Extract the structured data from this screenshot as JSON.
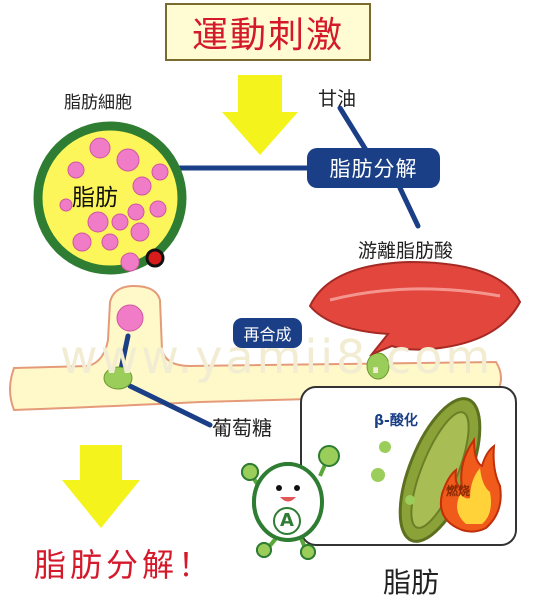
{
  "title": "運動刺激",
  "labels": {
    "fat_cell": "脂肪細胞",
    "glycerol": "甘油",
    "fat_decomposition": "脂肪分解",
    "free_fatty_acid": "游離脂肪酸",
    "resynthesis": "再合成",
    "glucose": "葡萄糖",
    "cell_fat": "脂肪",
    "beta_oxidation": "β-酸化",
    "burning": "燃烧",
    "mascot_letter": "A",
    "fat_bottom": "脂肪",
    "final_statement": "脂肪分解！"
  },
  "watermark": "www.yamii8.com",
  "colors": {
    "title_red": "#d4192b",
    "box_blue": "#1b3f86",
    "cell_yellow": "#fdf65a",
    "cell_green": "#2e7d32",
    "droplet_pink": "#f07cc8",
    "arrow_yellow": "#f5f31c",
    "membrane_cream": "#fff8c8",
    "muscle_red": "#e2463c"
  }
}
